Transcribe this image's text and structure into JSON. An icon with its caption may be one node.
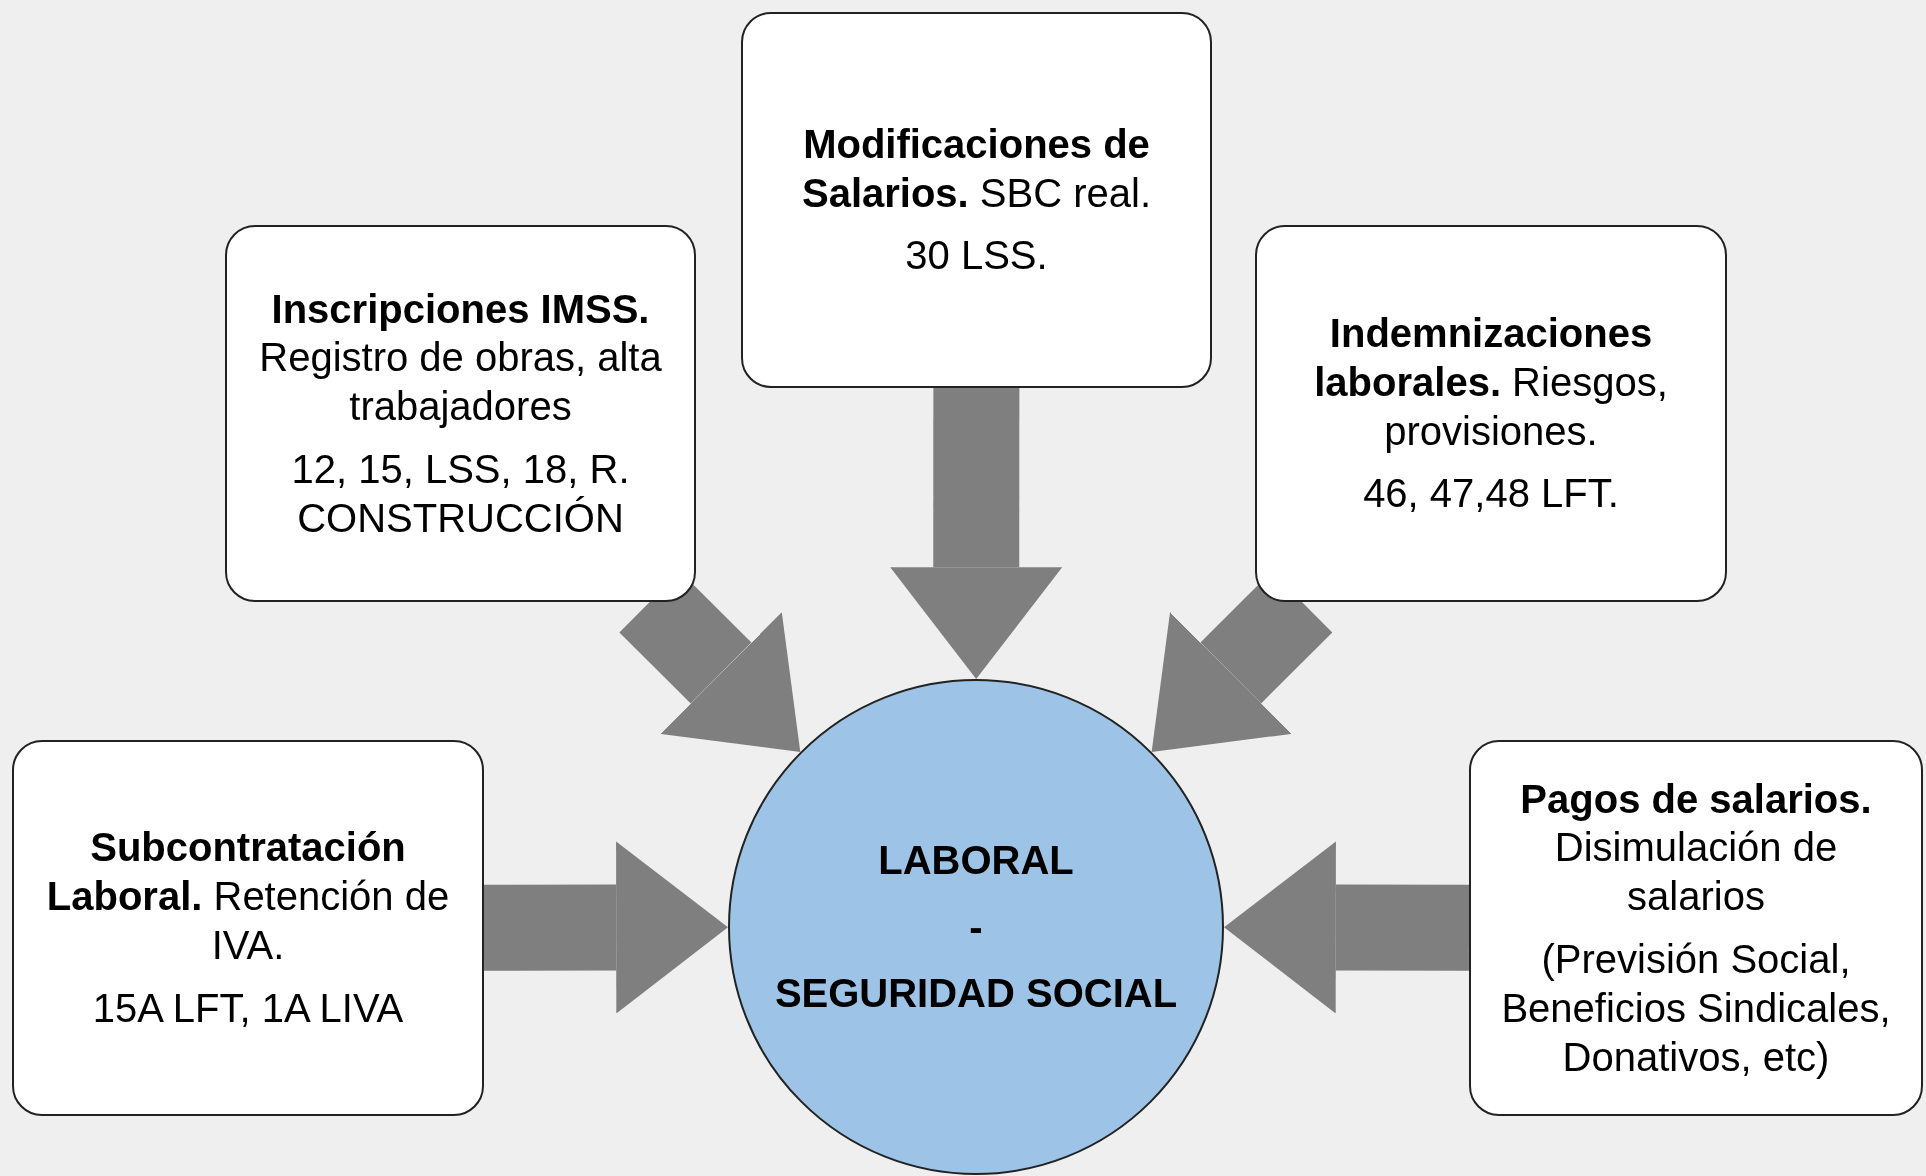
{
  "diagram": {
    "nodes": [
      {
        "text": [
          "**Modificaciones de Salarios.** SBC real.",
          "30 LSS."
        ]
      },
      {
        "text": [
          "**Inscripciones IMSS.** Registro de obras, alta trabajadores",
          "12, 15, LSS, 18, R. CONSTRUCCIÓN"
        ]
      },
      {
        "text": [
          "**Indemnizaciones laborales.** Riesgos, provisiones.",
          "46, 47,48 LFT."
        ]
      },
      {
        "text": [
          "**Subcontratación Laboral.** Retención de IVA.",
          "15A LFT, 1A LIVA"
        ]
      },
      {
        "text": [
          "LABORAL",
          "-",
          "SEGURIDAD SOCIAL"
        ]
      },
      {
        "text": [
          "**Pagos de salarios.** Disimulación de salarios",
          "(Previsión Social, Beneficios Sindicales, Donativos, etc)"
        ]
      }
    ],
    "edges": [
      {
        "from": 0,
        "to": 4,
        "arrow": "to"
      },
      {
        "from": 1,
        "to": 4,
        "arrow": "to"
      },
      {
        "from": 2,
        "to": 4,
        "arrow": "to"
      },
      {
        "from": 3,
        "to": 4,
        "arrow": "to"
      },
      {
        "from": 5,
        "to": 4,
        "arrow": "to"
      }
    ]
  }
}
